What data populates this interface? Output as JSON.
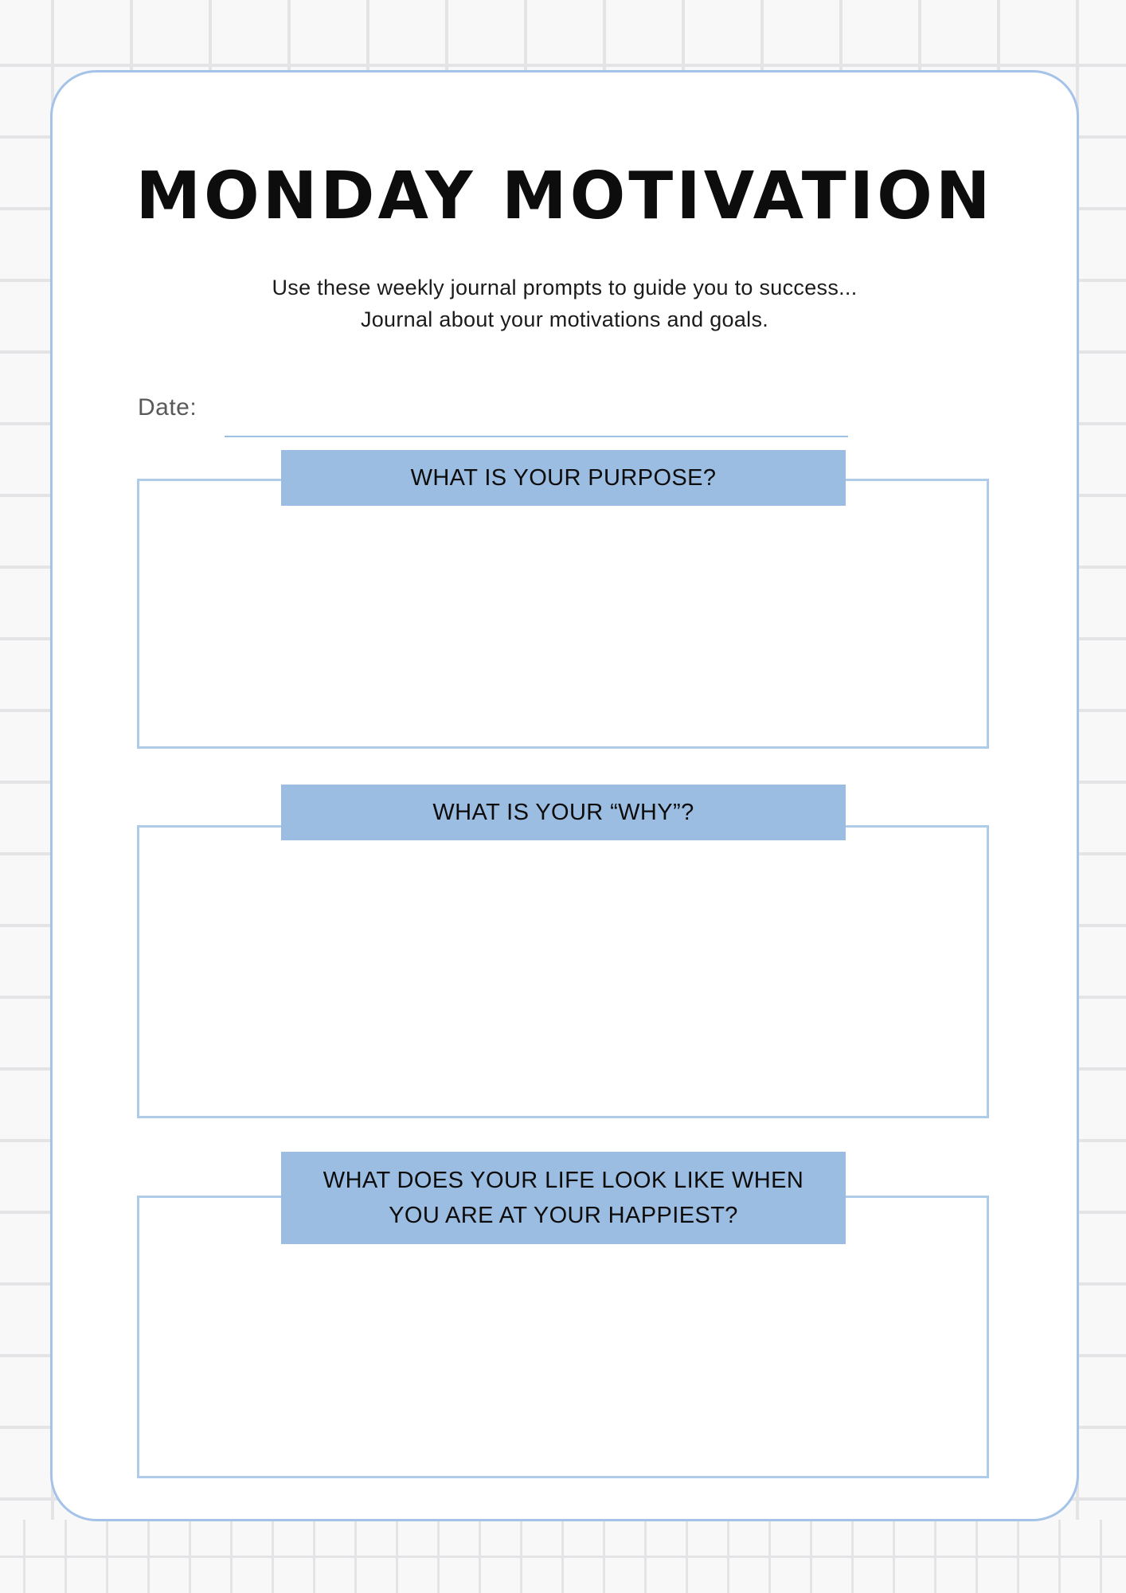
{
  "page": {
    "title": "MONDAY MOTIVATION",
    "subtitle_line1": "Use these weekly journal prompts to guide you to success...",
    "subtitle_line2": "Journal about your motivations and goals.",
    "date_label": "Date:",
    "date_value": ""
  },
  "sections": [
    {
      "heading": "WHAT IS YOUR PURPOSE?",
      "answer": ""
    },
    {
      "heading": "WHAT IS YOUR “WHY”?",
      "answer": ""
    },
    {
      "heading": "WHAT DOES YOUR LIFE LOOK LIKE WHEN",
      "heading2": "YOU ARE AT YOUR HAPPIEST?",
      "answer": ""
    }
  ],
  "colors": {
    "page_background": "#f8f8f9",
    "grid_line": "#e4e4e7",
    "card_background": "#ffffff",
    "card_border": "#a5c3e8",
    "heading_band": "#9cbde2",
    "answer_box_border": "#aecbea",
    "date_underline": "#9fc0e5",
    "text": "#0d0d0d",
    "date_label_text": "#595959"
  }
}
